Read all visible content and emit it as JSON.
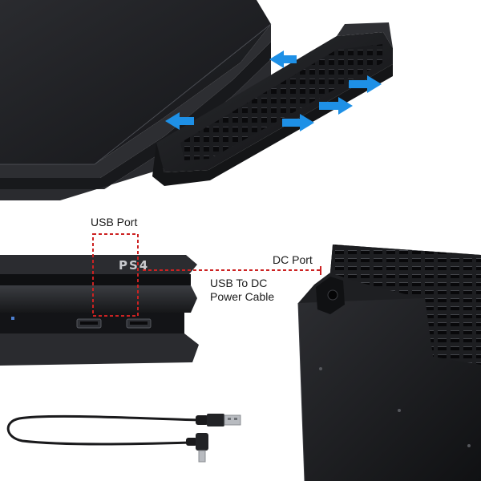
{
  "labels": {
    "usb_port": "USB Port",
    "dc_port": "DC Port",
    "cable_line1": "USB To DC",
    "cable_line2": "Power Cable"
  },
  "console_logo": "PS4",
  "colors": {
    "console_body": "#1c1d20",
    "console_edge": "#3a3c40",
    "arrow": "#1e90e6",
    "callout": "#cc2222",
    "fan_body": "#232427"
  }
}
